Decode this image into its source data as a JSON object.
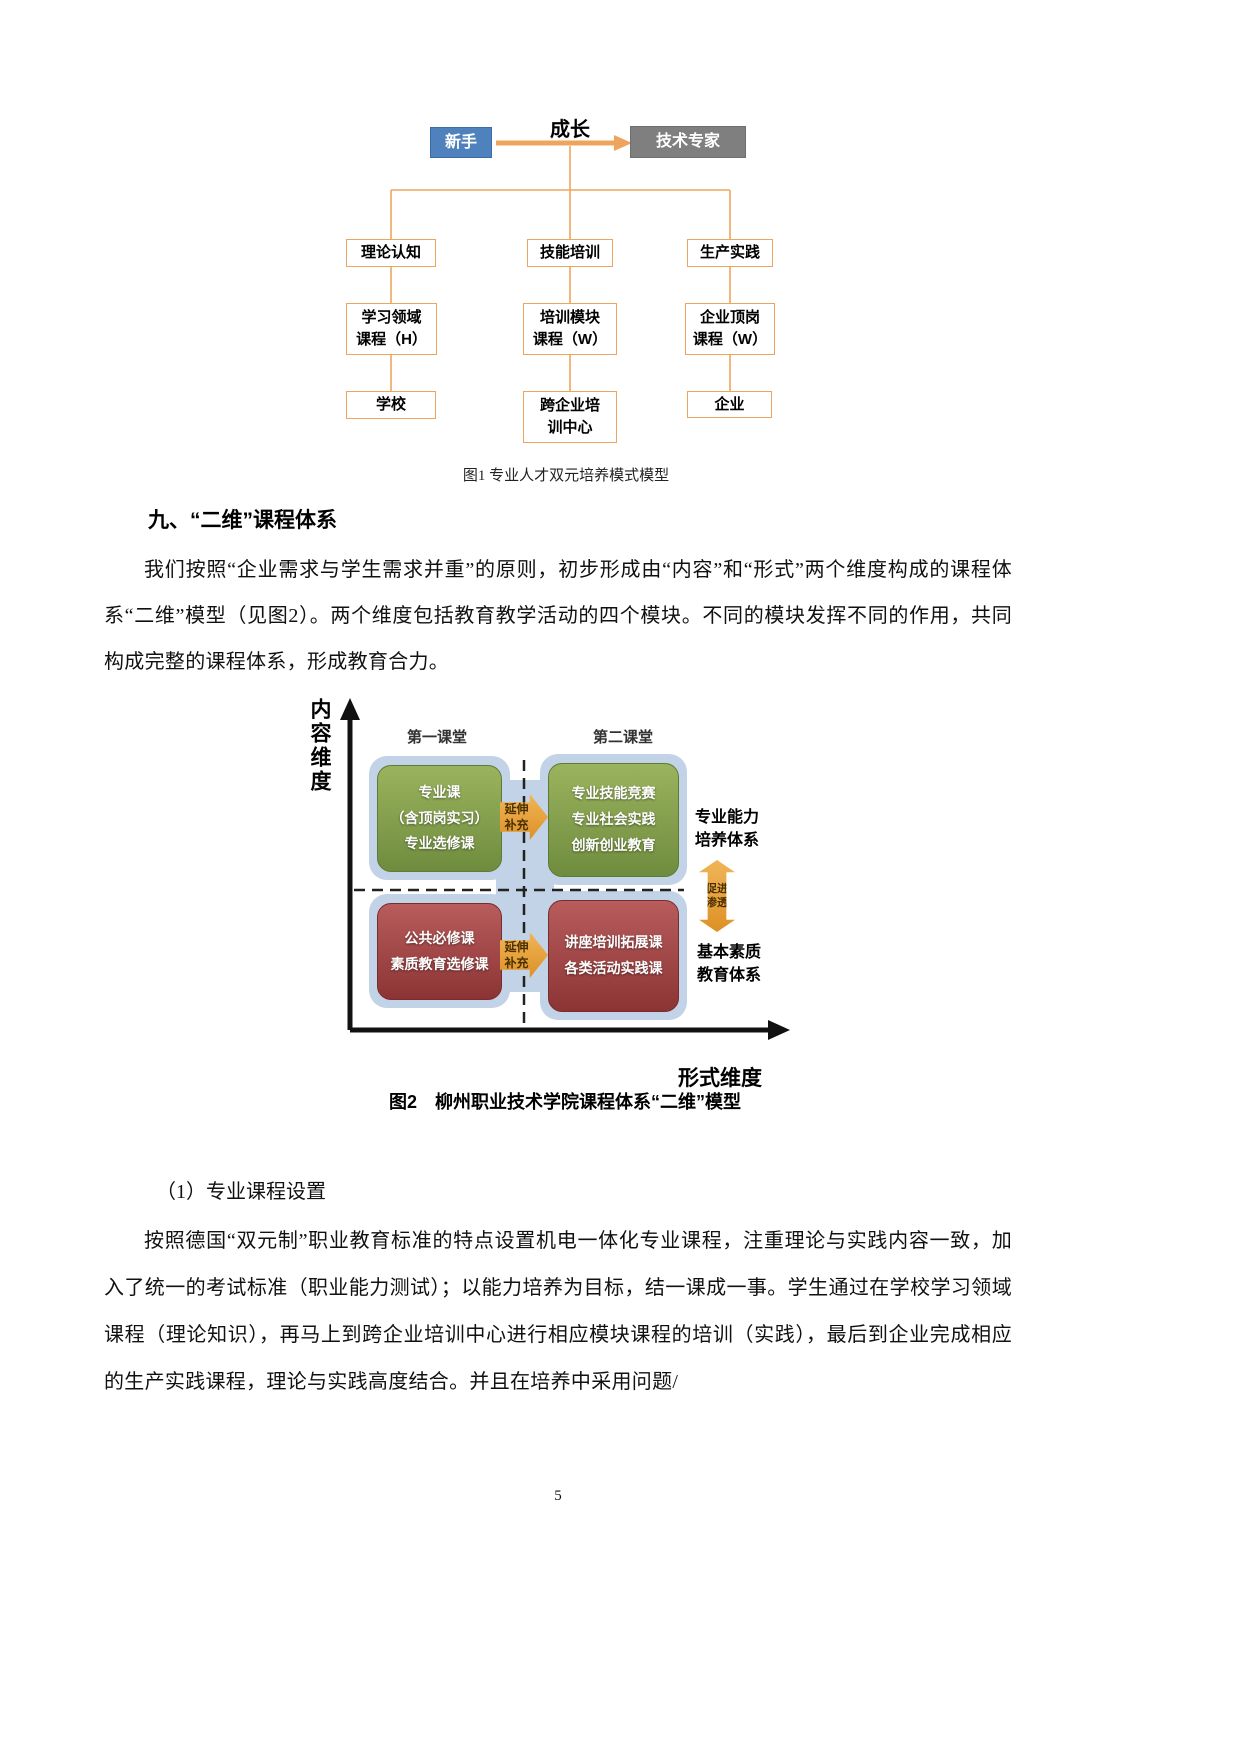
{
  "page": {
    "number": "5"
  },
  "colors": {
    "flow_accent_orange": "#eda55e",
    "novice_blue": "#4f81bd",
    "expert_gray": "#7f7f7f",
    "quadrant_green": "#7d9b47",
    "quadrant_red": "#a84848",
    "badge_orange": "#e8a33b",
    "backdrop_blue": "#c2d3e8"
  },
  "figure1": {
    "caption": "图1 专业人才双元培养模式模型",
    "novice": "新手",
    "growth_label": "成长",
    "expert": "技术专家",
    "level1": [
      "理论认知",
      "技能培训",
      "生产实践"
    ],
    "level2": [
      "学习领域\n课程（H）",
      "培训模块\n课程（W）",
      "企业顶岗\n课程（W）"
    ],
    "level3": [
      "学校",
      "跨企业培\n训中心",
      "企业"
    ]
  },
  "section": {
    "heading": "九、“二维”课程体系",
    "para1": "我们按照“企业需求与学生需求并重”的原则，初步形成由“内容”和“形式”两个维度构成的课程体系“二维”模型（见图2）。两个维度包括教育教学活动的四个模块。不同的模块发挥不同的作用，共同构成完整的课程体系，形成教育合力。"
  },
  "figure2": {
    "caption": "图2　柳州职业技术学院课程体系“二维”模型",
    "y_axis_label": "内容维度",
    "x_axis_label": "形式维度",
    "column_headers": [
      "第一课堂",
      "第二课堂"
    ],
    "quadrants": {
      "top_left": "专业课\n（含顶岗实习）\n专业选修课",
      "top_right": "专业技能竞赛\n专业社会实践\n创新创业教育",
      "bottom_left": "公共必修课\n素质教育选修课",
      "bottom_right": "讲座培训拓展课\n各类活动实践课"
    },
    "extend_badge_top": "延伸\n补充",
    "extend_badge_bottom": "延伸\n补充",
    "side_label_top": "专业能力\n培养体系",
    "side_label_bottom": "基本素质\n教育体系",
    "promote_badge": "促进\n渗透"
  },
  "subsection": {
    "title": "（1）专业课程设置",
    "para": "按照德国“双元制”职业教育标准的特点设置机电一体化专业课程，注重理论与实践内容一致，加入了统一的考试标准（职业能力测试）；以能力培养为目标，结一课成一事。学生通过在学校学习领域课程（理论知识），再马上到跨企业培训中心进行相应模块课程的培训（实践），最后到企业完成相应的生产实践课程，理论与实践高度结合。并且在培养中采用问题/"
  }
}
